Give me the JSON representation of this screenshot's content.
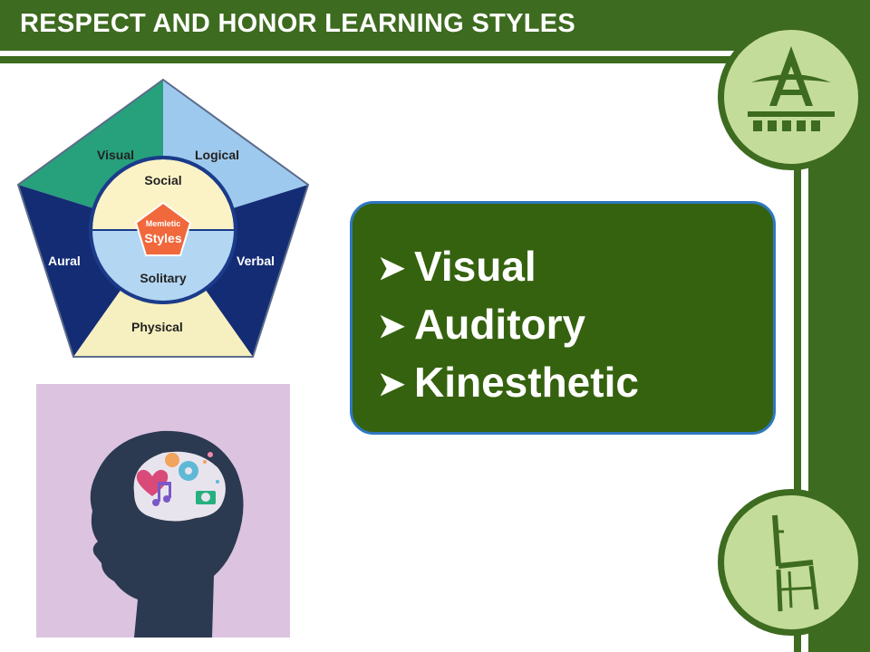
{
  "slide": {
    "title": "RESPECT AND HONOR LEARNING STYLES"
  },
  "diagram": {
    "outer_segments": [
      "Visual",
      "Logical",
      "Verbal",
      "Physical",
      "Aural"
    ],
    "ring_top": "Social",
    "ring_bottom": "Solitary",
    "center_line1": "Memletic",
    "center_line2": "Styles"
  },
  "learning_styles": {
    "items": [
      "Visual",
      "Auditory",
      "Kinesthetic"
    ],
    "bullet": "➤"
  },
  "colors": {
    "brand_green": "#3d6b1f",
    "panel_green": "#35620e",
    "panel_border": "#2f78c0",
    "medallion_fill": "#c4dc9a"
  },
  "icons": [
    "arrow-bullet-icon",
    "logo-icon",
    "chair-icon",
    "head-silhouette-icon",
    "heart-icon",
    "music-note-icon",
    "camera-icon",
    "gear-icon"
  ]
}
